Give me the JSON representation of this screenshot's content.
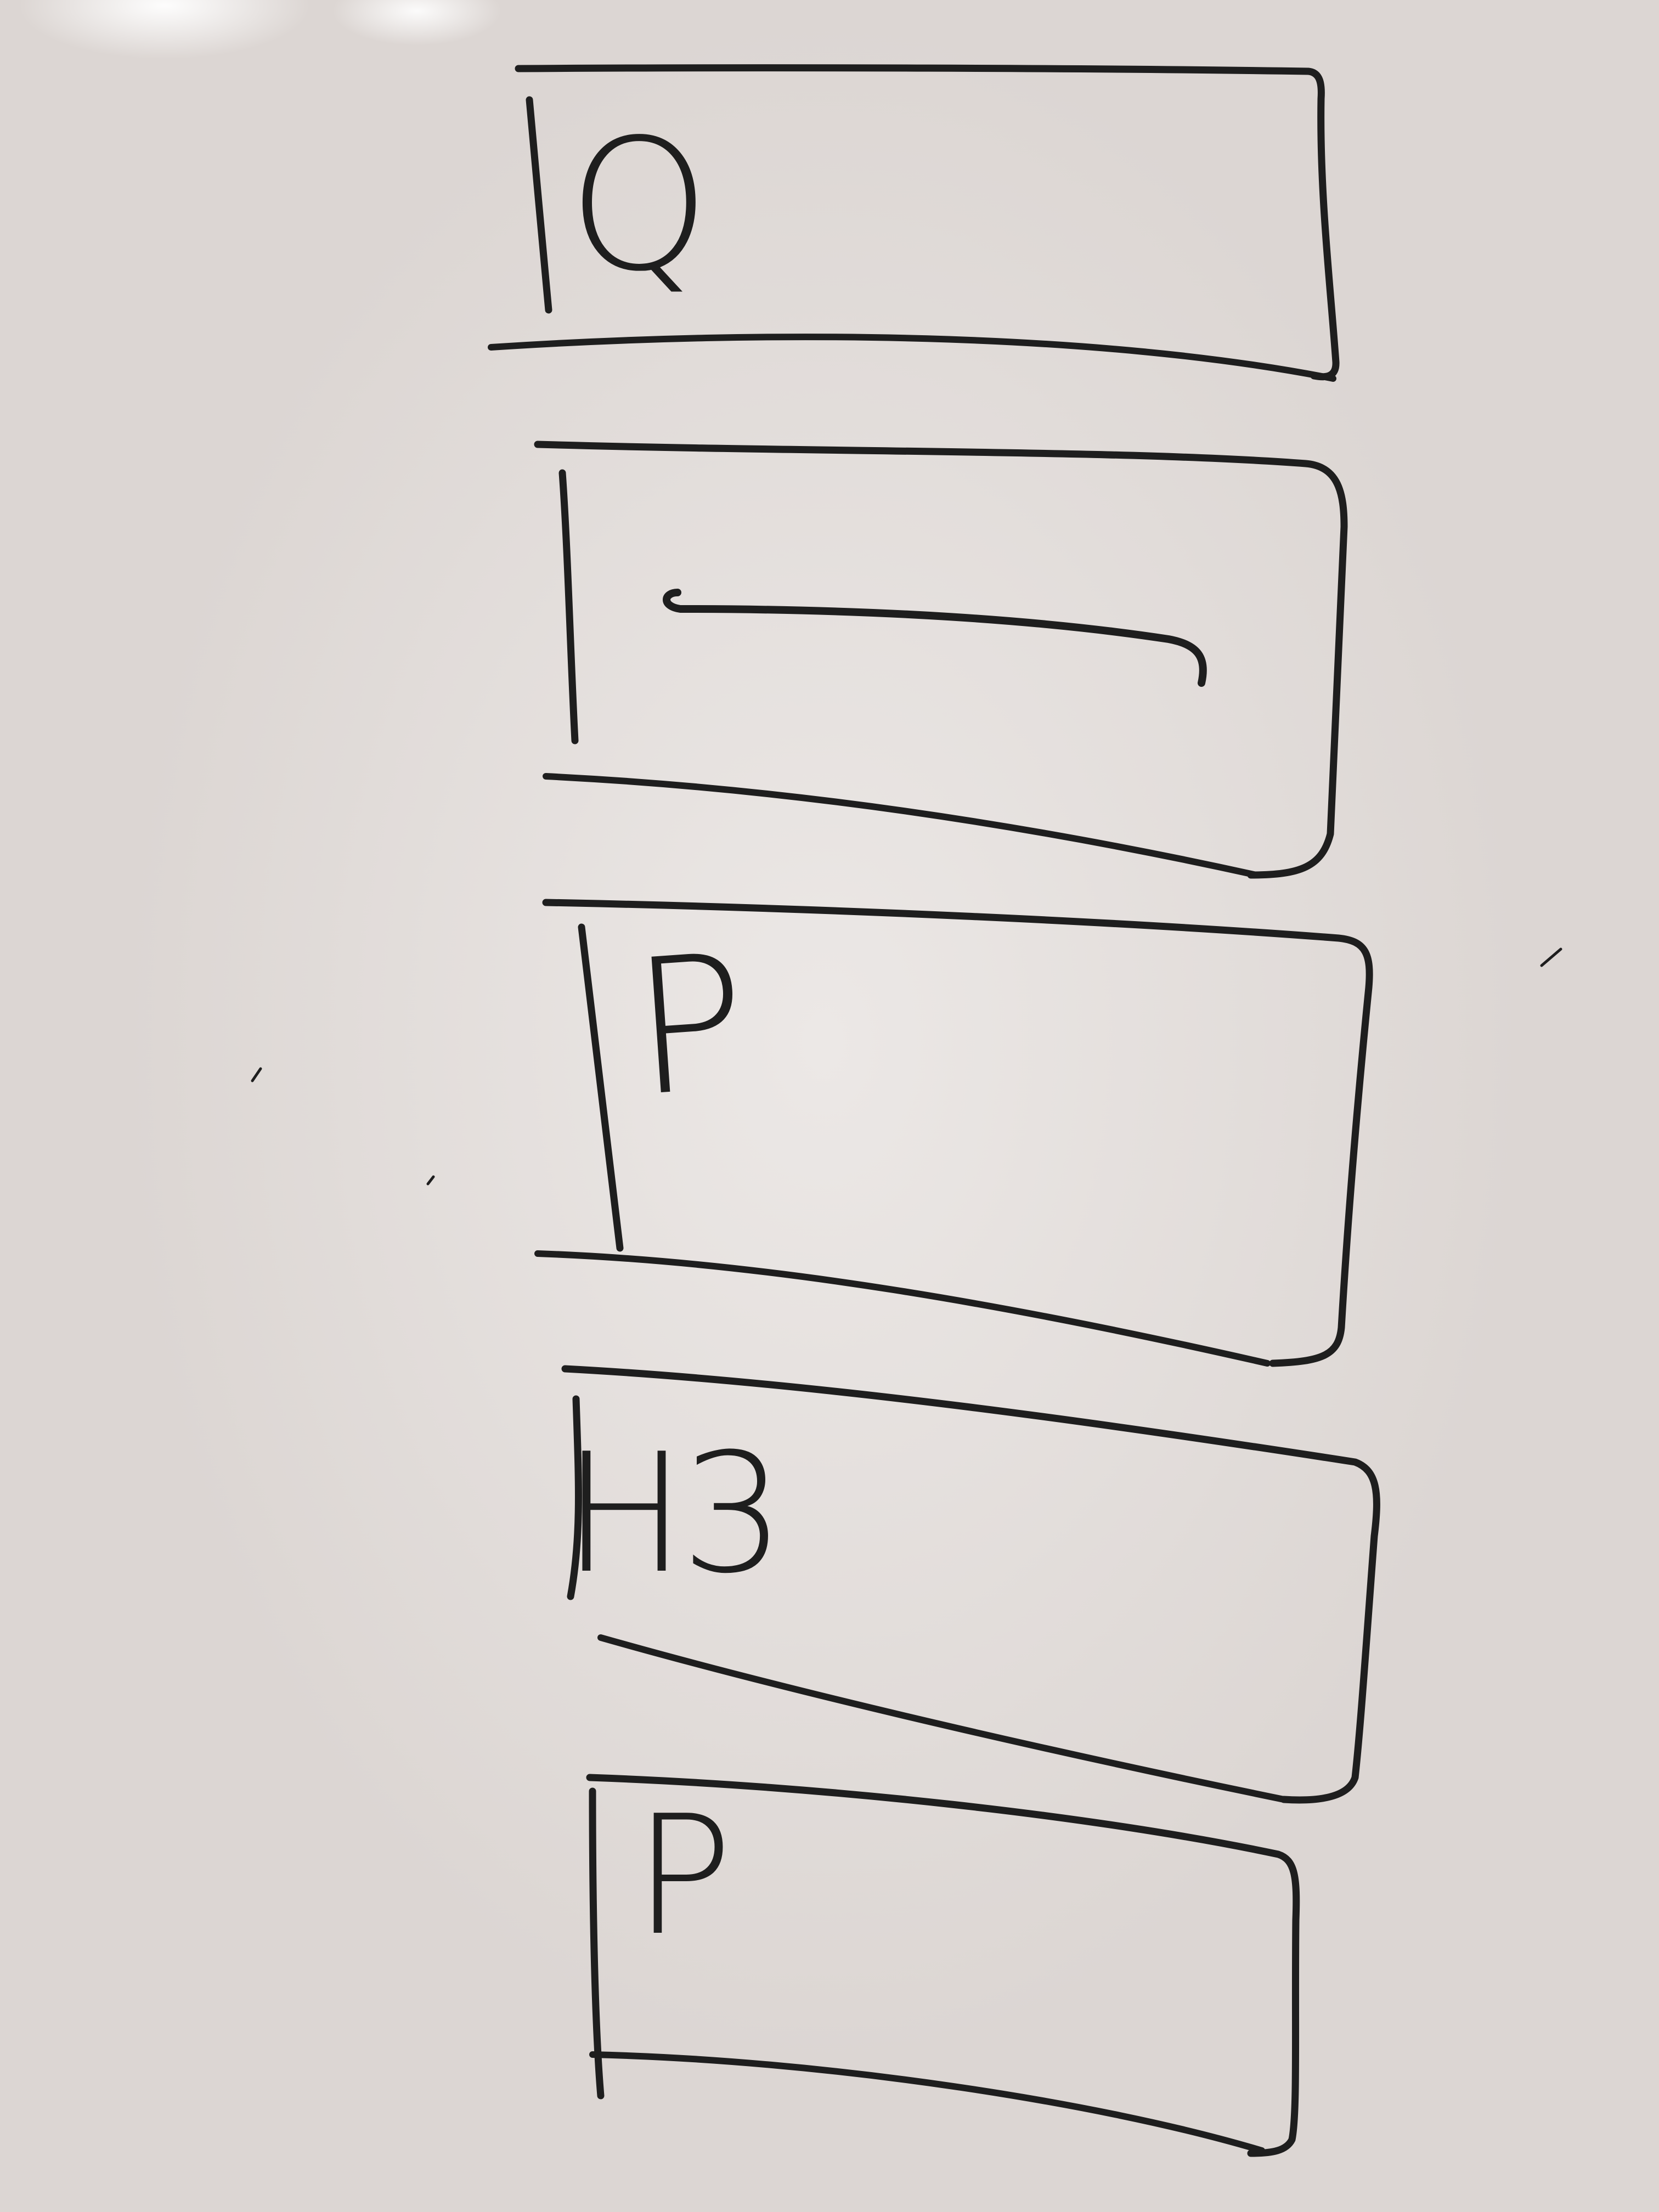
{
  "wireframe": {
    "blocks": [
      {
        "id": "search",
        "glyph": "Q"
      },
      {
        "id": "input-line",
        "glyph": ""
      },
      {
        "id": "paragraph-1",
        "glyph": "P"
      },
      {
        "id": "heading",
        "glyph": "H3"
      },
      {
        "id": "paragraph-2",
        "glyph": "P"
      }
    ],
    "ink_color": "#1e1e1e",
    "board_color": "#e9e4e1"
  }
}
